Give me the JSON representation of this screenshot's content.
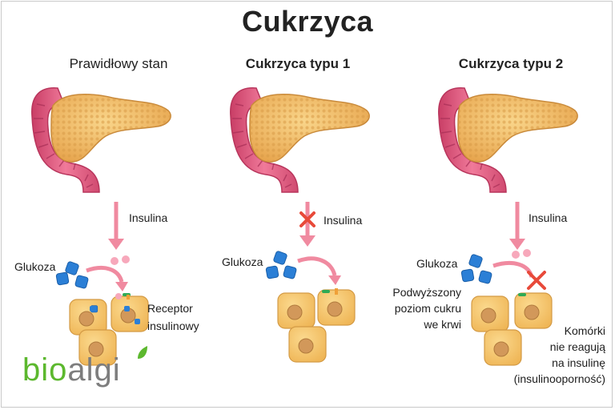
{
  "title": "Cukrzyca",
  "columns": [
    {
      "heading": "Prawidłowy stan",
      "insulin_label": "Insulina",
      "glucose_label": "Glukoza",
      "receptor_label_line1": "Receptor",
      "receptor_label_line2": "insulinowy"
    },
    {
      "heading": "Cukrzyca typu 1",
      "insulin_label": "Insulina",
      "glucose_label": "Glukoza"
    },
    {
      "heading": "Cukrzyca typu 2",
      "insulin_label": "Insulina",
      "glucose_label": "Glukoza",
      "blood_sugar_line1": "Podwyższony",
      "blood_sugar_line2": "poziom cukru",
      "blood_sugar_line3": "we krwi",
      "cells_line1": "Komórki",
      "cells_line2": "nie reagują",
      "cells_line3": "na insulinę",
      "cells_line4": "(insulinooporność)"
    }
  ],
  "logo": {
    "part1": "bio",
    "part2": "algi"
  },
  "colors": {
    "intestine": "#e0557a",
    "pancreas": "#f2c06a",
    "arrow": "#f08aa0",
    "glucose": "#2b7fd6",
    "cell": "#f4c56e",
    "nucleus": "#d49a55",
    "cross": "#e84a3a",
    "logo_green": "#5cb82e"
  }
}
